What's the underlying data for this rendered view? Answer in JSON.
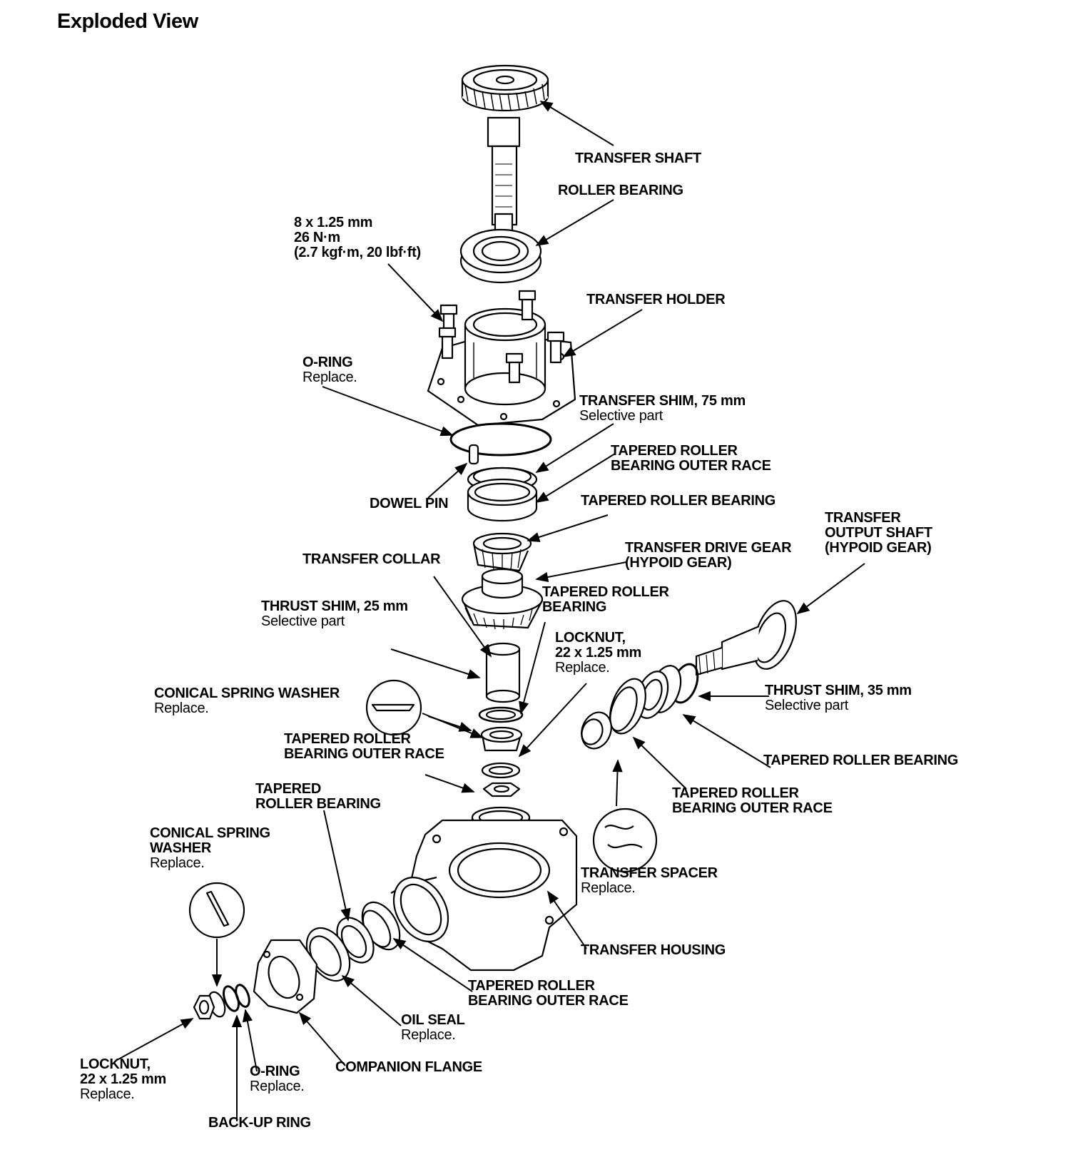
{
  "title": "Exploded View",
  "labels": {
    "transfer_shaft": {
      "name": "TRANSFER SHAFT"
    },
    "roller_bearing": {
      "name": "ROLLER BEARING"
    },
    "bolt": {
      "lines": [
        "8 x 1.25 mm",
        "26 N·m",
        "(2.7 kgf·m, 20 lbf·ft)"
      ]
    },
    "transfer_holder": {
      "name": "TRANSFER HOLDER"
    },
    "o_ring_top": {
      "name": "O-RING",
      "note": "Replace."
    },
    "transfer_shim": {
      "name": "TRANSFER SHIM, 75 mm",
      "note": "Selective part"
    },
    "tapered_outer_race_1": {
      "lines": [
        "TAPERED ROLLER",
        "BEARING OUTER RACE"
      ]
    },
    "dowel_pin": {
      "name": "DOWEL PIN"
    },
    "tapered_bearing_1": {
      "name": "TAPERED ROLLER BEARING"
    },
    "transfer_output_shaft": {
      "lines": [
        "TRANSFER",
        "OUTPUT SHAFT",
        "(HYPOID GEAR)"
      ]
    },
    "transfer_collar": {
      "name": "TRANSFER COLLAR"
    },
    "transfer_drive_gear": {
      "lines": [
        "TRANSFER DRIVE GEAR",
        "(HYPOID GEAR)"
      ]
    },
    "tapered_bearing_2": {
      "lines": [
        "TAPERED ROLLER",
        "BEARING"
      ]
    },
    "thrust_shim_25": {
      "name": "THRUST SHIM, 25 mm",
      "note": "Selective part"
    },
    "locknut_top": {
      "lines": [
        "LOCKNUT,",
        "22 x 1.25 mm"
      ],
      "note": "Replace."
    },
    "conical_washer_top": {
      "name": "CONICAL SPRING WASHER",
      "note": "Replace."
    },
    "thrust_shim_35": {
      "name": "THRUST SHIM, 35 mm",
      "note": "Selective part"
    },
    "tapered_outer_race_2": {
      "lines": [
        "TAPERED ROLLER",
        "BEARING OUTER RACE"
      ]
    },
    "tapered_bearing_3": {
      "name": "TAPERED ROLLER BEARING"
    },
    "tapered_bearing_4": {
      "lines": [
        "TAPERED",
        "ROLLER BEARING"
      ]
    },
    "tapered_outer_race_3": {
      "lines": [
        "TAPERED ROLLER",
        "BEARING OUTER RACE"
      ]
    },
    "conical_washer_bottom": {
      "lines": [
        "CONICAL SPRING",
        "WASHER"
      ],
      "note": "Replace."
    },
    "transfer_spacer": {
      "name": "TRANSFER SPACER",
      "note": "Replace."
    },
    "transfer_housing": {
      "name": "TRANSFER HOUSING"
    },
    "tapered_outer_race_4": {
      "lines": [
        "TAPERED ROLLER",
        "BEARING OUTER RACE"
      ]
    },
    "oil_seal": {
      "name": "OIL SEAL",
      "note": "Replace."
    },
    "locknut_bottom": {
      "lines": [
        "LOCKNUT,",
        "22 x 1.25 mm"
      ],
      "note": "Replace."
    },
    "o_ring_bottom": {
      "name": "O-RING",
      "note": "Replace."
    },
    "companion_flange": {
      "name": "COMPANION FLANGE"
    },
    "backup_ring": {
      "name": "BACK-UP RING"
    }
  }
}
